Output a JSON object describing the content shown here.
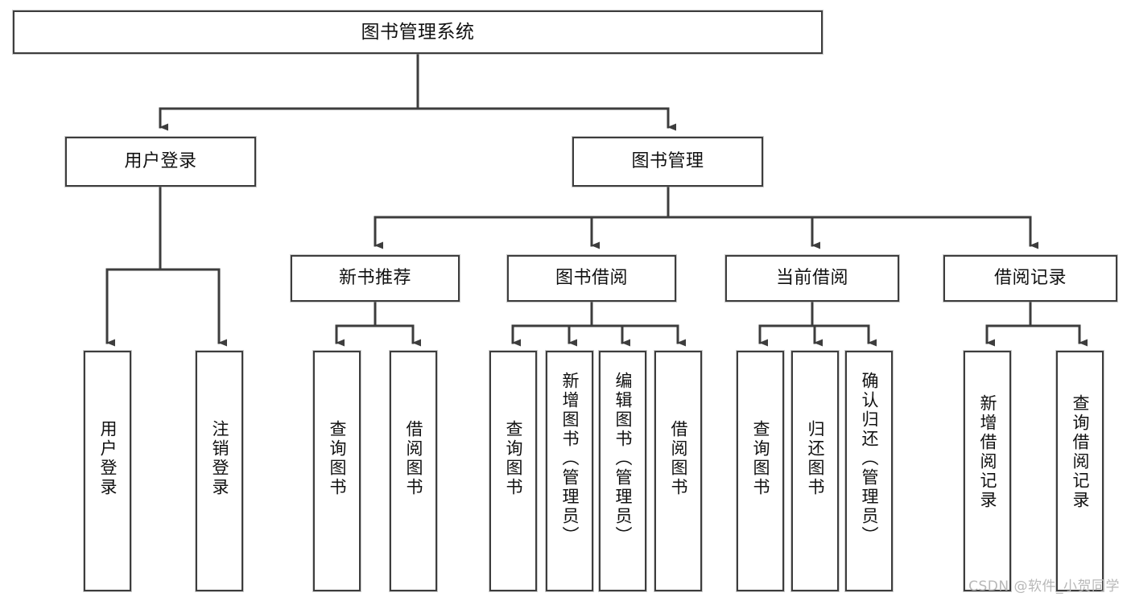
{
  "diagram": {
    "title": "图书管理系统",
    "type": "tree",
    "watermark": "CSDN @软件_小贺同学",
    "colors": {
      "background": "#ffffff",
      "border": "#3d3d3d",
      "connector": "#3d3d3d",
      "text": "#111111",
      "watermark": "#b8b8b8"
    },
    "nodes": {
      "root": {
        "label": "图书管理系统"
      },
      "level2": [
        {
          "label": "用户登录"
        },
        {
          "label": "图书管理"
        }
      ],
      "level3": [
        {
          "label": "新书推荐"
        },
        {
          "label": "图书借阅"
        },
        {
          "label": "当前借阅"
        },
        {
          "label": "借阅记录"
        }
      ],
      "leaves": {
        "user_login": [
          {
            "label": "用户登录"
          },
          {
            "label": "注销登录"
          }
        ],
        "new_book": [
          {
            "label": "查询图书"
          },
          {
            "label": "借阅图书"
          }
        ],
        "borrow": [
          {
            "label": "查询图书"
          },
          {
            "label": "新增图书（管理员）"
          },
          {
            "label": "编辑图书（管理员）"
          },
          {
            "label": "借阅图书"
          }
        ],
        "current": [
          {
            "label": "查询图书"
          },
          {
            "label": "归还图书"
          },
          {
            "label": "确认归还（管理员）"
          }
        ],
        "records": [
          {
            "label": "新增借阅记录"
          },
          {
            "label": "查询借阅记录"
          }
        ]
      }
    }
  }
}
